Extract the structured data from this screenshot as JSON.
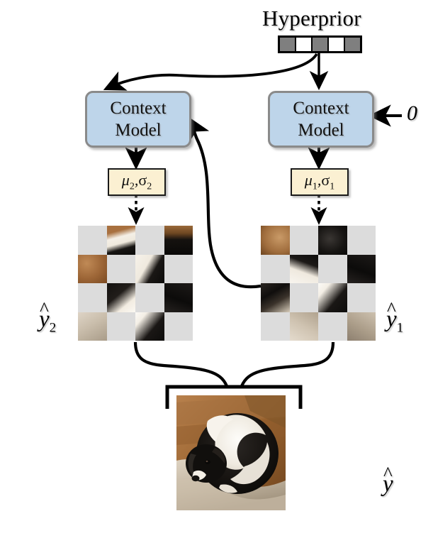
{
  "diagram": {
    "title": "Hyperprior-conditioned checkerboard context model",
    "hyperprior": {
      "label": "Hyperprior",
      "cells": [
        "#7f7f7f",
        "#ffffff",
        "#7f7f7f",
        "#ffffff",
        "#7f7f7f"
      ],
      "cell_count": 5
    },
    "context_models": [
      {
        "id": "context-model-left",
        "line1": "Context",
        "line2": "Model",
        "fill": "#bed5ea",
        "border": "#8a8a8a"
      },
      {
        "id": "context-model-right",
        "line1": "Context",
        "line2": "Model",
        "fill": "#bed5ea",
        "border": "#8a8a8a"
      }
    ],
    "zero_input": {
      "label": "0"
    },
    "params": [
      {
        "id": "mu-sigma-2",
        "mu": "μ",
        "mu_sub": "2",
        "comma": ",",
        "sigma": "σ",
        "sigma_sub": "2",
        "fill": "#fbf0d2"
      },
      {
        "id": "mu-sigma-1",
        "mu": "μ",
        "mu_sub": "1",
        "comma": ",",
        "sigma": "σ",
        "sigma_sub": "1",
        "fill": "#fbf0d2"
      }
    ],
    "latents": [
      {
        "id": "y-hat-2",
        "symbol": "y",
        "accent": "^",
        "subscript": "2",
        "mask_color": "#dcdcdc",
        "grid": "4x4",
        "parity": "even"
      },
      {
        "id": "y-hat-1",
        "symbol": "y",
        "accent": "^",
        "subscript": "1",
        "mask_color": "#dcdcdc",
        "grid": "4x4",
        "parity": "odd"
      }
    ],
    "output": {
      "id": "y-hat",
      "symbol": "y",
      "accent": "^",
      "subscript": "",
      "image_caption": "sleeping black and white dog curled on a brown quilt and beige blanket"
    },
    "edges": [
      {
        "name": "hyperprior-to-context-left",
        "style": "solid-curved-arrow"
      },
      {
        "name": "hyperprior-to-context-right",
        "style": "solid-straight-arrow"
      },
      {
        "name": "zero-to-context-right",
        "style": "solid-straight-arrow"
      },
      {
        "name": "context-left-to-params-2",
        "style": "solid-straight-arrow"
      },
      {
        "name": "context-right-to-params-1",
        "style": "solid-straight-arrow"
      },
      {
        "name": "params-2-to-y-hat-2",
        "style": "dotted-arrow"
      },
      {
        "name": "params-1-to-y-hat-1",
        "style": "dotted-arrow"
      },
      {
        "name": "y-hat-1-to-context-left",
        "style": "solid-curved-arrow"
      },
      {
        "name": "latents-merge-to-output",
        "style": "brace-merge"
      }
    ],
    "checker_left_tiles": [
      "masked",
      "p-mixtop",
      "masked",
      "p-quiltblack",
      "p-quilt",
      "masked",
      "p-mixbw",
      "masked",
      "masked",
      "p-earfur",
      "masked",
      "p-blackfur2",
      "p-blanket",
      "masked",
      "p-tail",
      "masked"
    ],
    "checker_right_tiles": [
      "p-quilt2",
      "masked",
      "p-blackfur",
      "masked",
      "masked",
      "p-mixbw2",
      "masked",
      "p-blackfur2",
      "p-face",
      "masked",
      "p-tail",
      "masked",
      "masked",
      "p-blanket2",
      "masked",
      "p-blanketdk"
    ]
  }
}
